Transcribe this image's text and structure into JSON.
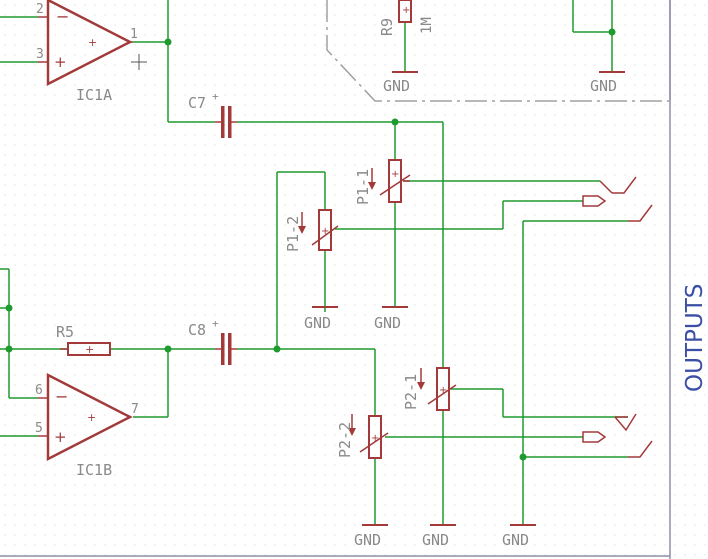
{
  "schematic": {
    "frame_label": "OUTPUTS",
    "colors": {
      "wire": "#1f9a2e",
      "part": "#a23a3a",
      "frame": "#8f8faa",
      "text": "#8a8a8a",
      "frame_text": "#3b4fa6",
      "grid": "#cfcfcf"
    },
    "ic1a": {
      "name": "IC1A",
      "pin_inv": "2",
      "pin_noninv": "3",
      "pin_out": "1",
      "minus": "−",
      "plus": "+"
    },
    "ic1b": {
      "name": "IC1B",
      "pin_inv": "6",
      "pin_noninv": "5",
      "pin_out": "7",
      "minus": "−",
      "plus": "+"
    },
    "c7": {
      "name": "C7",
      "sup": "+"
    },
    "c8": {
      "name": "C8",
      "sup": "+"
    },
    "r5": {
      "name": "R5"
    },
    "r9": {
      "name": "R9",
      "value": "1M"
    },
    "p1_1": {
      "name": "P1-1"
    },
    "p1_2": {
      "name": "P1-2"
    },
    "p2_1": {
      "name": "P2-1"
    },
    "p2_2": {
      "name": "P2-2"
    },
    "gnd": "GND",
    "pot_plus": "+"
  }
}
